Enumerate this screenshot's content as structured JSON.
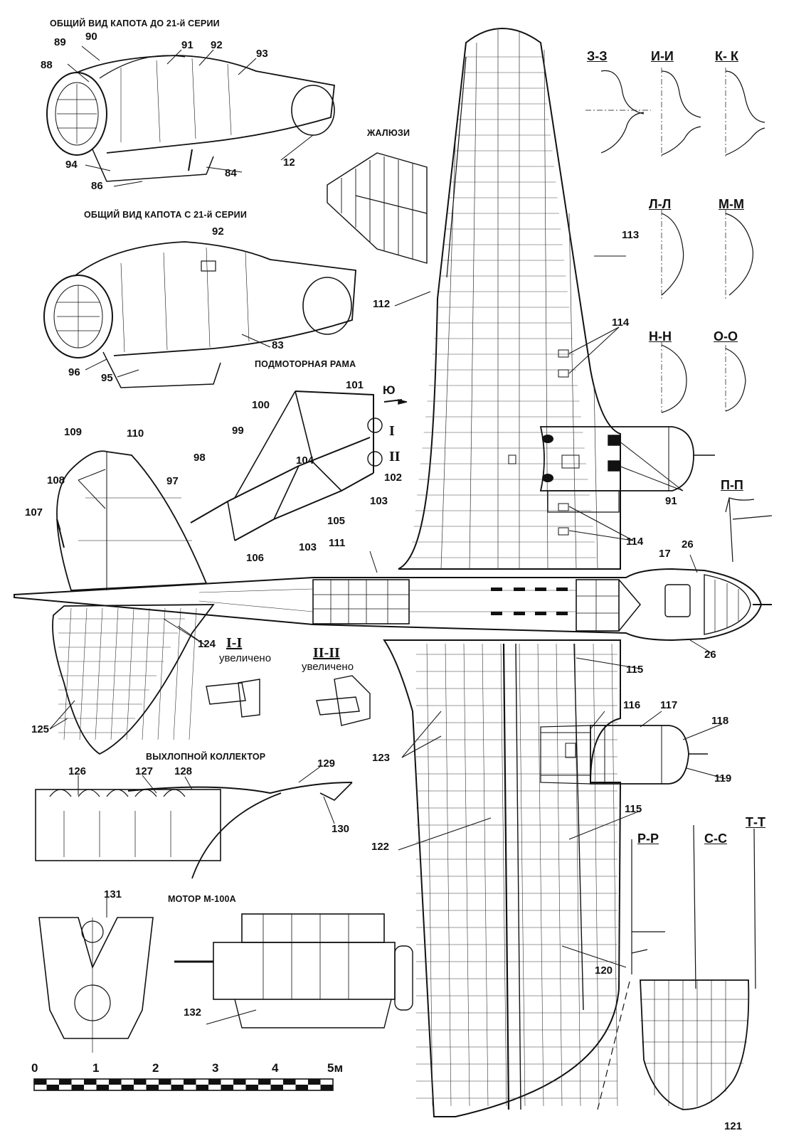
{
  "captions": {
    "hood_before": "ОБЩИЙ ВИД КАПОТА ДО 21-й СЕРИИ",
    "hood_after": "ОБЩИЙ ВИД КАПОТА С  21-й СЕРИИ",
    "louvers": "ЖАЛЮЗИ",
    "engine_mount": "ПОДМОТОРНАЯ РАМА",
    "exhaust": "ВЫХЛОПНОЙ КОЛЛЕКТОР",
    "engine": "МОТОР М-100А"
  },
  "callouts": {
    "c12": "12",
    "c17": "17",
    "c26a": "26",
    "c26b": "26",
    "c83": "83",
    "c84": "84",
    "c86": "86",
    "c88": "88",
    "c89": "89",
    "c90": "90",
    "c91a": "91",
    "c91b": "91",
    "c92a": "92",
    "c92b": "92",
    "c93": "93",
    "c94": "94",
    "c95": "95",
    "c96": "96",
    "c97": "97",
    "c98": "98",
    "c99": "99",
    "c100": "100",
    "c101": "101",
    "c102": "102",
    "c103a": "103",
    "c103b": "103",
    "c104": "104",
    "c105": "105",
    "c106": "106",
    "c107": "107",
    "c108": "108",
    "c109": "109",
    "c110": "110",
    "c111": "111",
    "c112": "112",
    "c113": "113",
    "c114a": "114",
    "c114b": "114",
    "c115a": "115",
    "c115b": "115",
    "c116": "116",
    "c117": "117",
    "c118": "118",
    "c119": "119",
    "c120": "120",
    "c121": "121",
    "c122": "122",
    "c123": "123",
    "c124": "124",
    "c125": "125",
    "c126": "126",
    "c127": "127",
    "c128": "128",
    "c129": "129",
    "c130": "130",
    "c131": "131",
    "c132": "132"
  },
  "sections": {
    "s33": "З-З",
    "sII": "И-И",
    "sKK": "К- К",
    "sLL": "Л-Л",
    "sMM": "М-М",
    "sNN": "Н-Н",
    "sOO": "О-О",
    "sPP": "П-П",
    "sRR": "Р-Р",
    "sSS": "С-С",
    "sTT": "Т-Т"
  },
  "details": {
    "detail_1": "I-I",
    "detail_2": "II-II",
    "enlarged": "увеличено",
    "mark_1": "I",
    "mark_2": "II",
    "direction": "Ю"
  },
  "scale": {
    "ticks": [
      "0",
      "1",
      "2",
      "3",
      "4",
      "5м"
    ]
  }
}
